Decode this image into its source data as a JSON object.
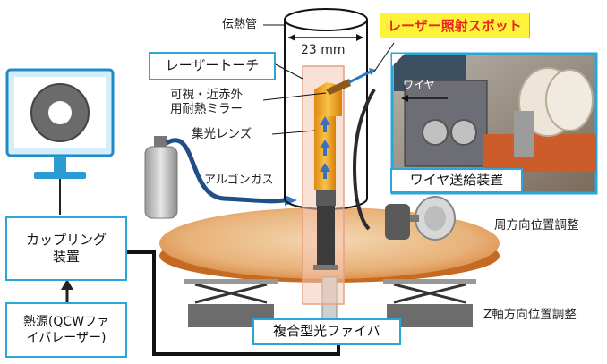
{
  "labels": {
    "heat_tube": "伝熱管",
    "laser_spot": "レーザー照射スポット",
    "diameter": "23 mm",
    "laser_torch": "レーザートーチ",
    "mirror_line1": "可視・近赤外",
    "mirror_line2": "用耐熱ミラー",
    "condenser_lens": "集光レンズ",
    "argon_gas": "アルゴンガス",
    "wire": "ワイヤ",
    "wire_feeder": "ワイヤ送給装置",
    "circumferential_adjust": "周方向位置調整",
    "z_adjust": "Z軸方向位置調整",
    "coupling_line1": "カップリング",
    "coupling_line2": "装置",
    "heat_source_line1": "熱源(QCWファ",
    "heat_source_line2": "イバレーザー)",
    "composite_fiber": "複合型光ファイバ"
  },
  "colors": {
    "box_border": "#2aa7d9",
    "spot_bg": "#fff23a",
    "spot_text": "#e8231c",
    "torch": "#f0a92a",
    "table": "#e6a160",
    "fiber": "#111111",
    "gas_hose": "#1f4f86"
  }
}
